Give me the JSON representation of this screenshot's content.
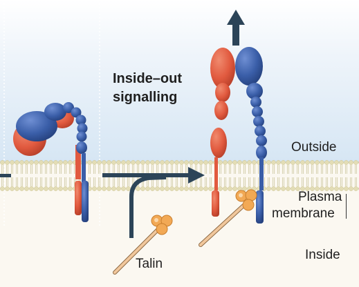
{
  "title": {
    "line1": "Inside–out",
    "line2": "signalling"
  },
  "labels": {
    "outside": "Outside",
    "plasma": "Plasma",
    "membrane": "membrane",
    "inside": "Inside",
    "talin": "Talin"
  },
  "colors": {
    "alpha_subunit": "#e15a3f",
    "beta_subunit": "#3a5ea8",
    "arrow": "#2c4458",
    "talin_head": "#f2a955",
    "talin_rod": "#f1c79c",
    "outside_bg": "#dce9f5",
    "membrane_heads": "#e3ddb5",
    "inside_bg": "#fbf8f1"
  }
}
